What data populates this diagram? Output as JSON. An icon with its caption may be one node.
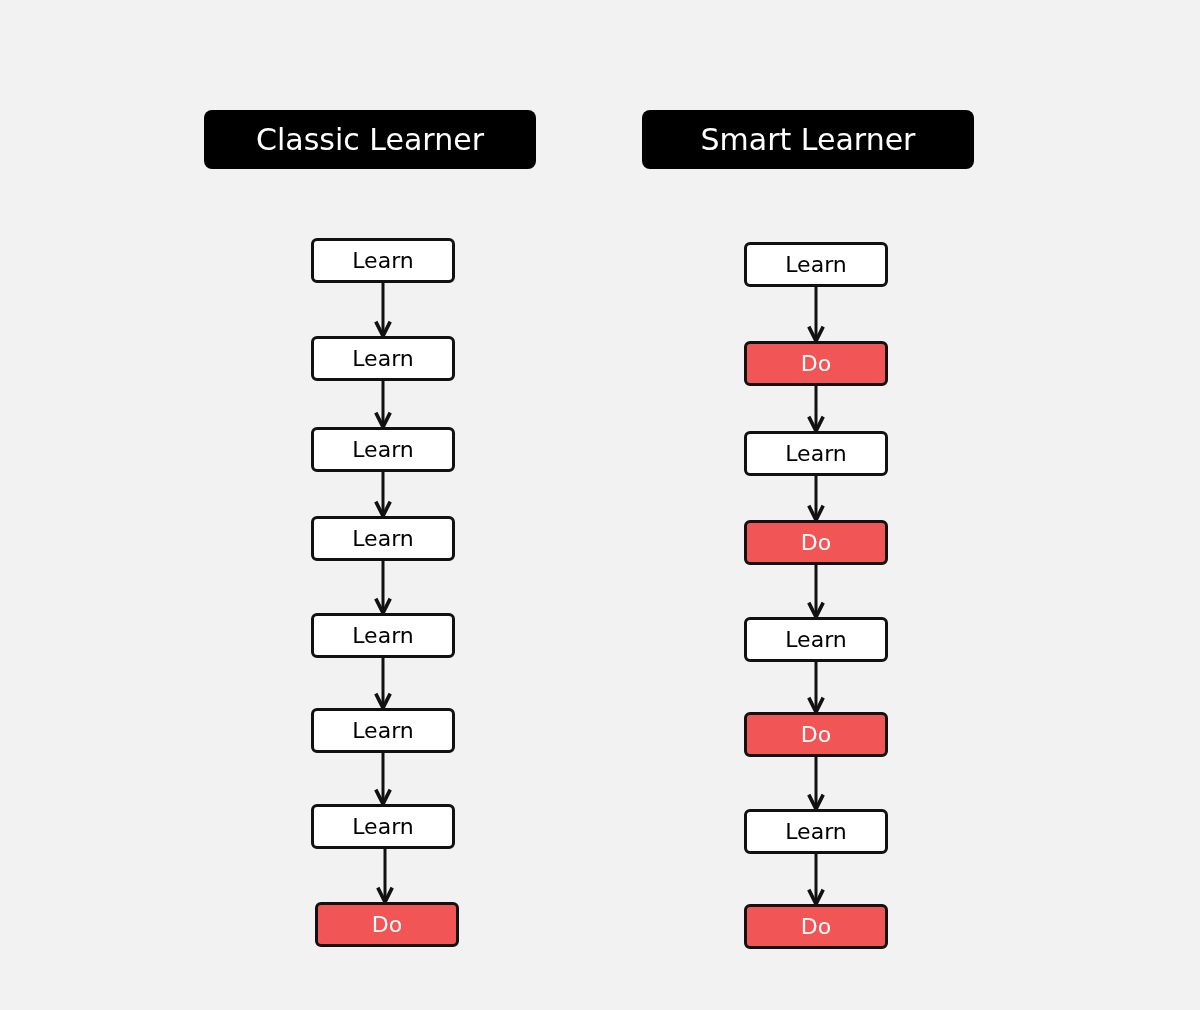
{
  "diagram": {
    "nodes": [
      {
        "text": [
          "Classic Learner"
        ]
      },
      {
        "text": [
          "Smart Learner"
        ]
      },
      {
        "text": [
          "Learn"
        ]
      },
      {
        "text": [
          "Learn"
        ]
      },
      {
        "text": [
          "Learn"
        ]
      },
      {
        "text": [
          "Learn"
        ]
      },
      {
        "text": [
          "Learn"
        ]
      },
      {
        "text": [
          "Learn"
        ]
      },
      {
        "text": [
          "Learn"
        ]
      },
      {
        "text": [
          "Do"
        ]
      },
      {
        "text": [
          "Learn"
        ]
      },
      {
        "text": [
          "Do"
        ]
      },
      {
        "text": [
          "Learn"
        ]
      },
      {
        "text": [
          "Do"
        ]
      },
      {
        "text": [
          "Learn"
        ]
      },
      {
        "text": [
          "Do"
        ]
      },
      {
        "text": [
          "Learn"
        ]
      },
      {
        "text": [
          "Do"
        ]
      }
    ],
    "edges": [
      {
        "from": 2,
        "to": 3,
        "arrow": "to"
      },
      {
        "from": 3,
        "to": 4,
        "arrow": "to"
      },
      {
        "from": 4,
        "to": 5,
        "arrow": "to"
      },
      {
        "from": 5,
        "to": 6,
        "arrow": "to"
      },
      {
        "from": 6,
        "to": 7,
        "arrow": "to"
      },
      {
        "from": 7,
        "to": 8,
        "arrow": "to"
      },
      {
        "from": 8,
        "to": 9,
        "arrow": "to"
      },
      {
        "from": 10,
        "to": 11,
        "arrow": "to"
      },
      {
        "from": 11,
        "to": 12,
        "arrow": "to"
      },
      {
        "from": 12,
        "to": 13,
        "arrow": "to"
      },
      {
        "from": 13,
        "to": 14,
        "arrow": "to"
      },
      {
        "from": 14,
        "to": 15,
        "arrow": "to"
      },
      {
        "from": 15,
        "to": 16,
        "arrow": "to"
      },
      {
        "from": 16,
        "to": 17,
        "arrow": "to"
      }
    ]
  }
}
